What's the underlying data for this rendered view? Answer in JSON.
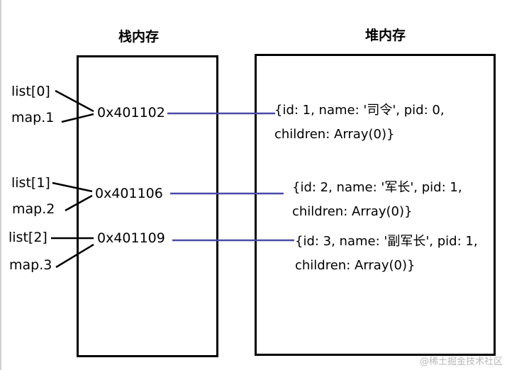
{
  "titles": {
    "stack": "栈内存",
    "heap": "堆内存"
  },
  "labels": {
    "list0": "list[0]",
    "map1": "map.1",
    "list1": "list[1]",
    "map2": "map.2",
    "list2": "list[2]",
    "map3": "map.3"
  },
  "addresses": {
    "a1": "0x401102",
    "a2": "0x401106",
    "a3": "0x401109"
  },
  "heap": {
    "obj1": {
      "line1": "{id: 1, name: '司令', pid: 0,",
      "line2": "children: Array(0)}"
    },
    "obj2": {
      "line1": "{id: 2, name: '军长', pid: 1,",
      "line2": "children: Array(0)}"
    },
    "obj3": {
      "line1": "{id: 3, name: '副军长', pid: 1,",
      "line2": "children: Array(0)}"
    }
  },
  "watermark": "@稀土掘金技术社区",
  "colors": {
    "pointer_line": "#4a4aa8",
    "reference_line": "#000000",
    "box_border": "#000000"
  }
}
